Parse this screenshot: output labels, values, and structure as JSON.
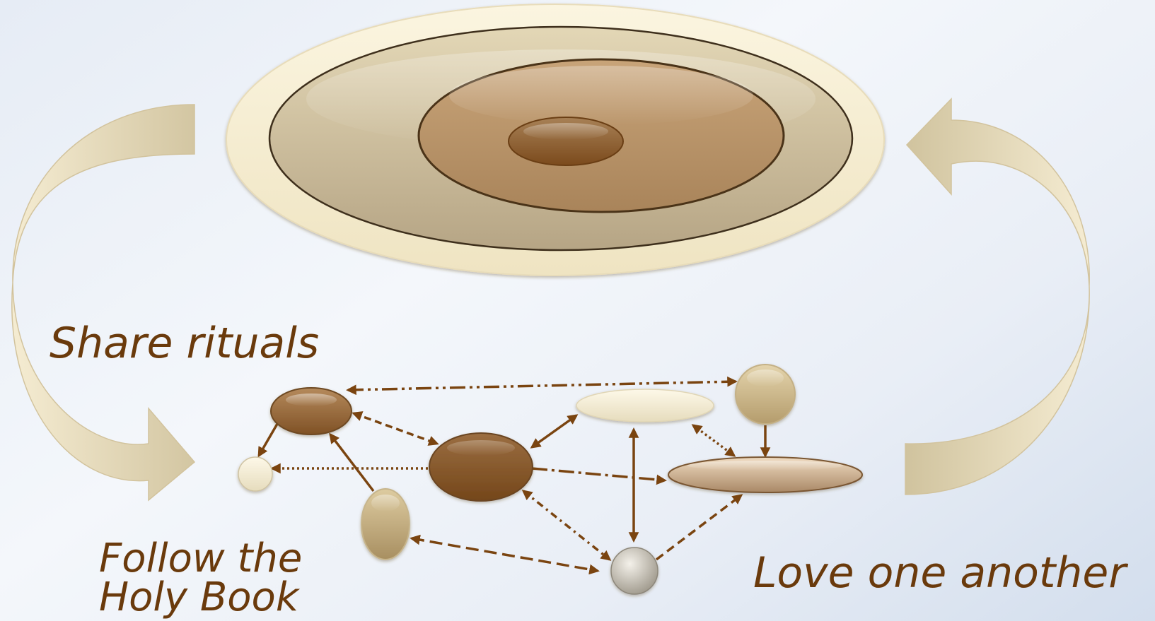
{
  "colors": {
    "text": "#6a3a0c",
    "arrow": "#7a4410",
    "cream": "#f3ead0",
    "tan": "#b89668",
    "brown": "#8c5a2a"
  },
  "labels": {
    "share_rituals": "Share rituals",
    "follow_line1": "Follow the",
    "follow_line2": "Holy Book",
    "love": "Love one another"
  }
}
